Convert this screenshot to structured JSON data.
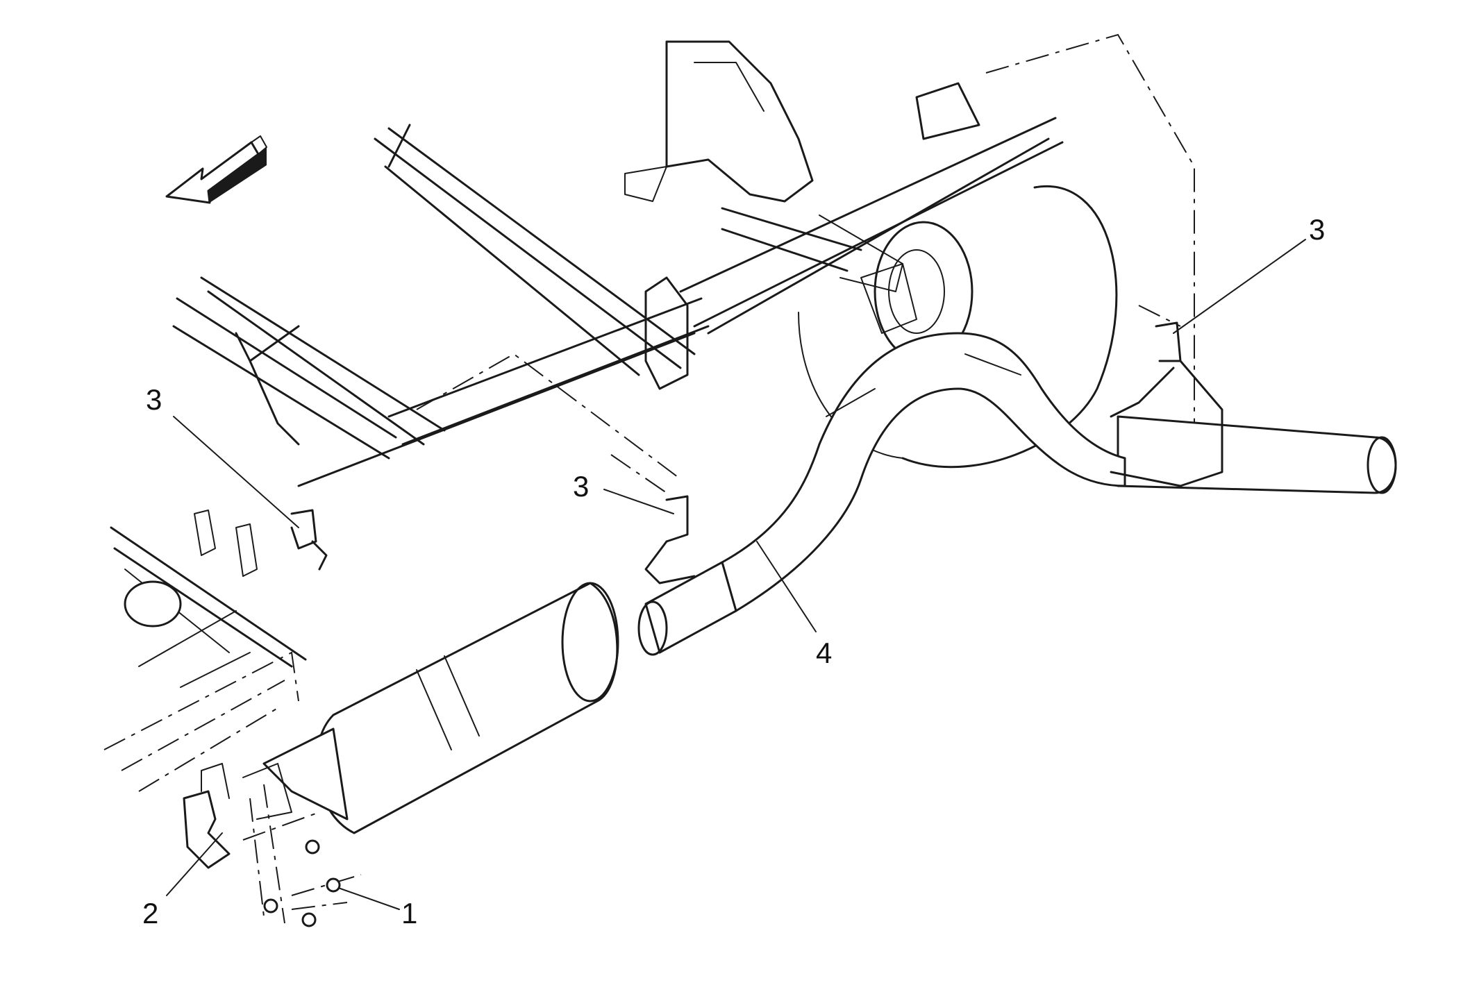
{
  "callouts": [
    {
      "id": "nut",
      "label": "1"
    },
    {
      "id": "front-hanger-bracket",
      "label": "2"
    },
    {
      "id": "insulator-left",
      "label": "3"
    },
    {
      "id": "insulator-middle",
      "label": "3"
    },
    {
      "id": "insulator-rear",
      "label": "3"
    },
    {
      "id": "exhaust-pipe",
      "label": "4"
    }
  ],
  "colors": {
    "line": "#1a1a1a",
    "background": "#ffffff"
  },
  "icons": {
    "direction": "front-direction-arrow-icon"
  }
}
